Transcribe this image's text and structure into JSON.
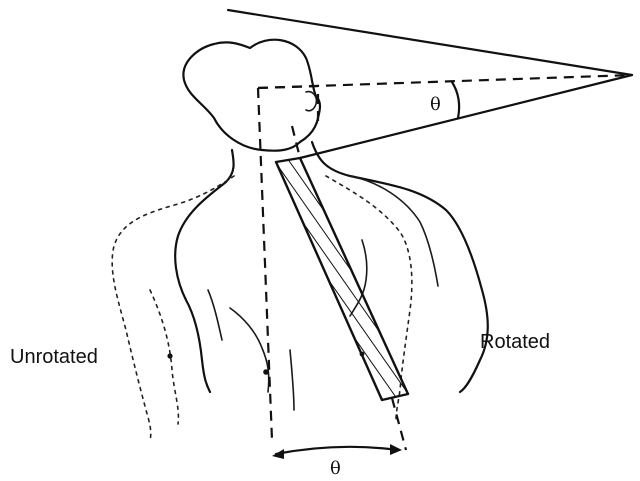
{
  "labels": {
    "unrotated": "Unrotated",
    "rotated": "Rotated",
    "theta_top": "θ",
    "theta_bottom": "θ"
  },
  "colors": {
    "ink": "#111111",
    "background": "#ffffff"
  }
}
